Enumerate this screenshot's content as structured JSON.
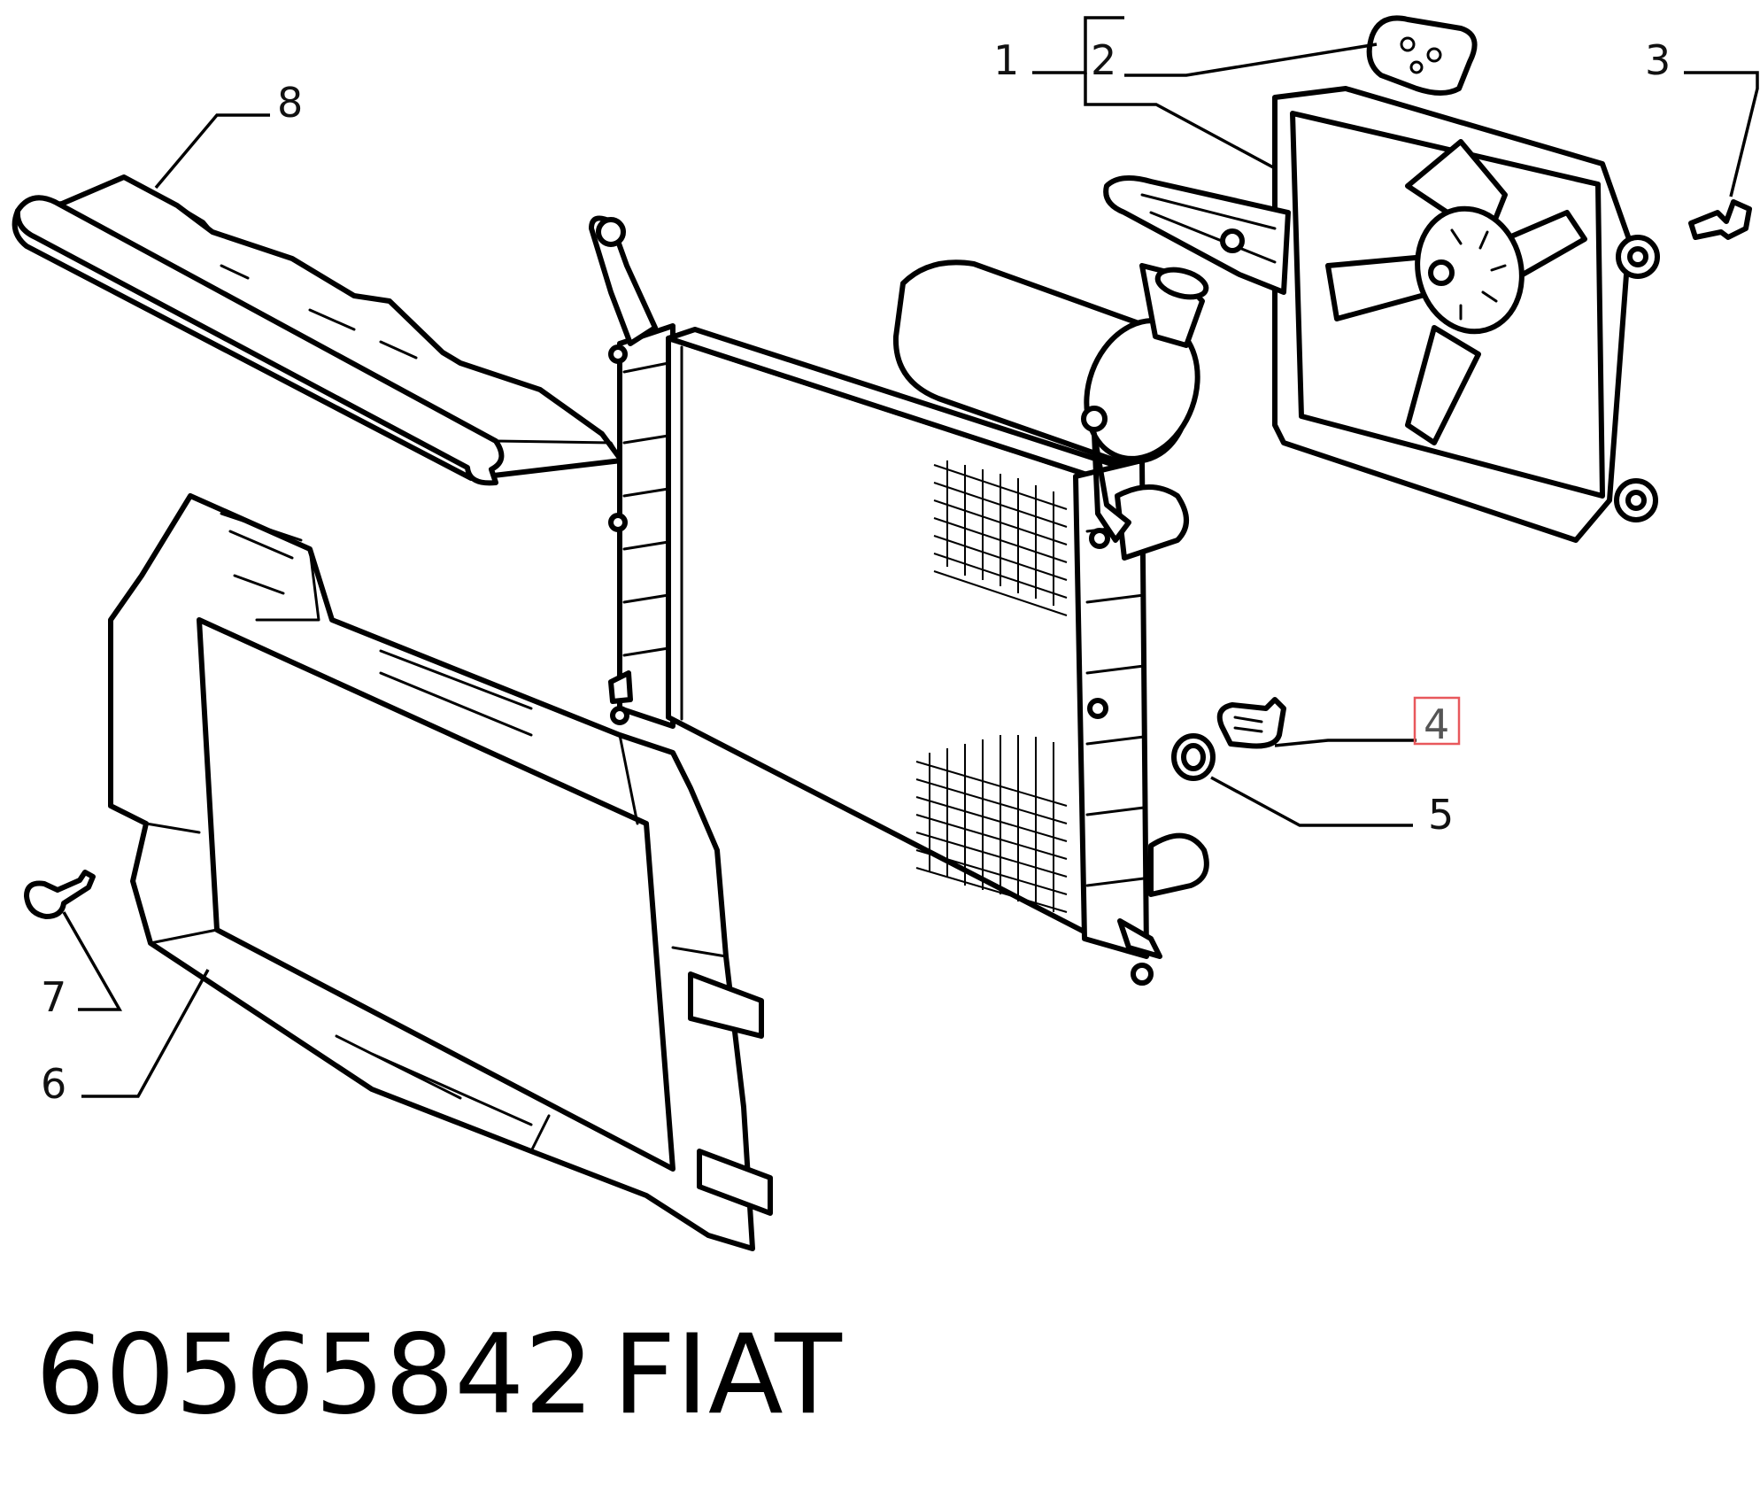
{
  "callouts": {
    "c1": "1",
    "c2": "2",
    "c3": "3",
    "c4": "4",
    "c5": "5",
    "c6": "6",
    "c7": "7",
    "c8": "8"
  },
  "highlight_color": "#e8585c",
  "footer": {
    "part_number": "60565842",
    "brand": "FIAT"
  }
}
